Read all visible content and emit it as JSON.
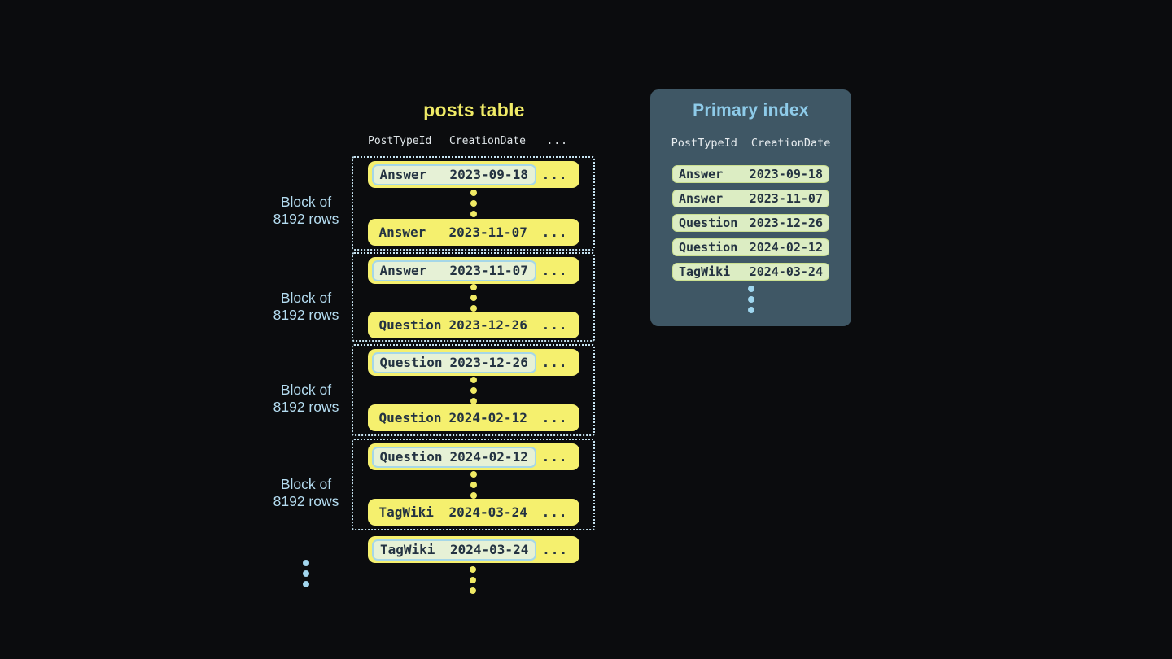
{
  "posts_table": {
    "title": "posts table",
    "headers": {
      "col1": "PostTypeId",
      "col2": "CreationDate",
      "col3": "..."
    },
    "block_label": {
      "line1": "Block of",
      "line2": "8192 rows"
    },
    "ellipsis": "...",
    "blocks": [
      {
        "first": {
          "type": "Answer",
          "date": "2023-09-18"
        },
        "last": {
          "type": "Answer",
          "date": "2023-11-07"
        }
      },
      {
        "first": {
          "type": "Answer",
          "date": "2023-11-07"
        },
        "last": {
          "type": "Question",
          "date": "2023-12-26"
        }
      },
      {
        "first": {
          "type": "Question",
          "date": "2023-12-26"
        },
        "last": {
          "type": "Question",
          "date": "2024-02-12"
        }
      },
      {
        "first": {
          "type": "Question",
          "date": "2024-02-12"
        },
        "last": {
          "type": "TagWiki",
          "date": "2024-03-24"
        }
      }
    ],
    "trailing_row": {
      "type": "TagWiki",
      "date": "2024-03-24"
    }
  },
  "primary_index": {
    "title": "Primary index",
    "headers": {
      "col1": "PostTypeId",
      "col2": "CreationDate"
    },
    "rows": [
      {
        "type": "Answer",
        "date": "2023-09-18"
      },
      {
        "type": "Answer",
        "date": "2023-11-07"
      },
      {
        "type": "Question",
        "date": "2023-12-26"
      },
      {
        "type": "Question",
        "date": "2024-02-12"
      },
      {
        "type": "TagWiki",
        "date": "2024-03-24"
      }
    ]
  },
  "colors": {
    "row_yellow": "#f5f06e",
    "title_yellow": "#f0eb66",
    "highlight_mint": "#e6f1d6",
    "highlight_border_cyan": "#a5d7e8",
    "index_row_mint": "#dcedc3",
    "panel_slate": "#3f5765",
    "accent_blue": "#8ecbe9",
    "label_blue": "#b4dcf0",
    "background": "#0b0c0e"
  }
}
